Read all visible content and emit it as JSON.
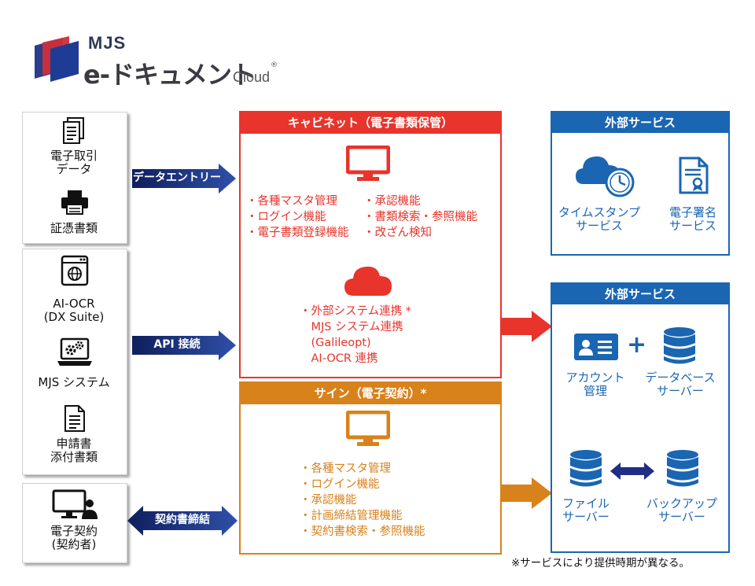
{
  "logo": {
    "brand": "MJS",
    "product": "e-ドキュメント",
    "suffix": "Cloud",
    "mark": "®"
  },
  "left": {
    "items": [
      {
        "label": "電子取引\nデータ",
        "icon": "document-icon"
      },
      {
        "label": "証憑書類",
        "icon": "printer-icon"
      },
      {
        "label": "AI-OCR\n(DX Suite)",
        "icon": "browser-globe-icon"
      },
      {
        "label": "MJS システム",
        "icon": "laptop-gears-icon"
      },
      {
        "label": "申請書\n添付書類",
        "icon": "document-icon"
      },
      {
        "label": "電子契約\n(契約者)",
        "icon": "monitor-user-icon"
      }
    ]
  },
  "arrows": {
    "data_entry": "データエントリー",
    "api": "API 接続",
    "contract": "契約書締結"
  },
  "cabinet": {
    "title": "キャビネット（電子書類保管）",
    "features_left": "・各種マスタ管理\n・ログイン機能\n・電子書類登録機能",
    "features_right": "・承認機能\n・書類検索・参照機能\n・改ざん検知",
    "integrations": "・外部システム連携 *\n　MJS システム連携\n　(Galileopt)\n　AI-OCR 連携",
    "color": "#e8342b"
  },
  "sign": {
    "title": "サイン（電子契約）*",
    "features": "・各種マスタ管理\n・ログイン機能\n・承認機能\n・計画締結管理機能\n・契約書検索・参照機能",
    "color": "#d8821c"
  },
  "ext1": {
    "title": "外部サービス",
    "timestamp": "タイムスタンプ\nサービス",
    "signature": "電子署名\nサービス"
  },
  "ext2": {
    "title": "外部サービス",
    "account": "アカウント\n管理",
    "plus": "+",
    "db": "データベース\nサーバー",
    "file": "ファイル\nサーバー",
    "backup": "バックアップ\nサーバー",
    "color": "#1a66b2"
  },
  "footnote": "※サービスにより提供時期が異なる。"
}
